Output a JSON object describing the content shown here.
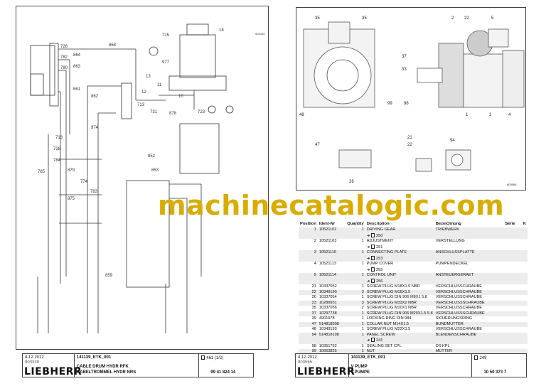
{
  "watermark": "machinecatalogic.com",
  "left_page": {
    "drawing_id": "903339",
    "labels": [
      "726",
      "782",
      "780",
      "864",
      "863",
      "861",
      "868",
      "862",
      "974",
      "977",
      "878",
      "852",
      "853",
      "859",
      "879",
      "875",
      "718",
      "728",
      "784",
      "785",
      "774",
      "783",
      "713",
      "731",
      "723",
      "715",
      "10",
      "11",
      "12",
      "13",
      "18"
    ],
    "footer": {
      "date": "4.12.2012",
      "code": "903339",
      "doc": "141139_ETK_001",
      "page": "461 (1/2)",
      "title_en": "CABLE DRUM HYDR RFK",
      "title_de": "KABELTROMMEL HYDR NRS",
      "number": "99 41 824 14",
      "logo": "LIEBHERR"
    }
  },
  "right_page": {
    "drawing_id": "803565",
    "callouts": [
      "35",
      "35",
      "2",
      "22",
      "5",
      "37",
      "33",
      "48",
      "99",
      "98",
      "1",
      "3",
      "4",
      "47",
      "26",
      "21",
      "22",
      "94"
    ],
    "table": {
      "headers": {
        "pos": "Position",
        "ident": "Ident-Nr",
        "qty": "Quantity",
        "desc": "Description",
        "bez": "Bezeichnung",
        "serie": "Serie",
        "k": "K"
      },
      "rows": [
        {
          "pos": "1",
          "ident": "10521102",
          "qty": "1",
          "desc": "DRIVING GEAR",
          "ref": "250",
          "bez": "TRIEBWERK"
        },
        {
          "pos": "2",
          "ident": "10521103",
          "qty": "1",
          "desc": "ADJUSTMENT",
          "ref": "251",
          "bez": "VERSTELLUNG"
        },
        {
          "pos": "3",
          "ident": "10521110",
          "qty": "1",
          "desc": "CONNECTING PLATE",
          "ref": "253",
          "bez": "ANSCHLUSSPLATTE"
        },
        {
          "pos": "4",
          "ident": "10521113",
          "qty": "1",
          "desc": "PUMP COVER",
          "ref": "255",
          "bez": "PUMPENDECKEL"
        },
        {
          "pos": "5",
          "ident": "10521114",
          "qty": "1",
          "desc": "CONTROL UNIT",
          "ref": "256",
          "bez": "ANSTEUERGERAET"
        },
        {
          "pos": "21",
          "ident": "10337052",
          "qty": "1",
          "desc": "SCREW PLUG M18X1.5 NBR",
          "bez": "VERSCHLUSSCHRAUBE"
        },
        {
          "pos": "22",
          "ident": "10349190",
          "qty": "3",
          "desc": "SCREW PLUG M16X1.5",
          "bez": "VERSCHLUSSCHRAUBE"
        },
        {
          "pos": "26",
          "ident": "10337054",
          "qty": "1",
          "desc": "SCREW PLUG DIN 906 M8X1 5.8",
          "bez": "VERSCHLUSSCHRAUBE"
        },
        {
          "pos": "33",
          "ident": "10289931",
          "qty": "3",
          "desc": "SCREW PLUG M33X2 NBR",
          "bez": "VERSCHLUSSSCHRAUBE"
        },
        {
          "pos": "35",
          "ident": "10337056",
          "qty": "2",
          "desc": "SCREW PLUG M10X1 NBR",
          "bez": "VERSCHLUSSCHRAUBE"
        },
        {
          "pos": "37",
          "ident": "10297738",
          "qty": "1",
          "desc": "SCREW PLUG DIN 906 M20X1.5 5.8",
          "bez": "VERSCHLUSSSCHRAUBE"
        },
        {
          "pos": "39",
          "ident": "4901978",
          "qty": "1",
          "desc": "LOCKING RING DIN 984",
          "bez": "SICHERUNGSRING"
        },
        {
          "pos": "47",
          "ident": "514818508",
          "qty": "1",
          "desc": "COLLAR NUT M14X1.5",
          "bez": "BUNDMUTTER"
        },
        {
          "pos": "48",
          "ident": "10349193",
          "qty": "1",
          "desc": "SCREW PLUG M22X1.5",
          "bez": "VERSCHLUSSCHRAUBE"
        },
        {
          "pos": "94",
          "ident": "514818108",
          "qty": "1",
          "desc": "PANEL SCREW",
          "ref": "241",
          "bez": "BLENDENSCHRAUBE"
        },
        {
          "pos": "98",
          "ident": "10351762",
          "qty": "1",
          "desc": "SEALING SET CPL",
          "bez": "DS KPL"
        },
        {
          "pos": "99",
          "ident": "10663825",
          "qty": "1",
          "desc": "NUT",
          "bez": "MUTTER"
        }
      ]
    },
    "footer": {
      "date": "4.12.2012",
      "code": "803565",
      "doc": "141139_ETK_001",
      "page": "249",
      "title_en": "V PUMP",
      "title_de": "V.PUMPE",
      "number": "10 50 373 7",
      "logo": "LIEBHERR"
    }
  }
}
